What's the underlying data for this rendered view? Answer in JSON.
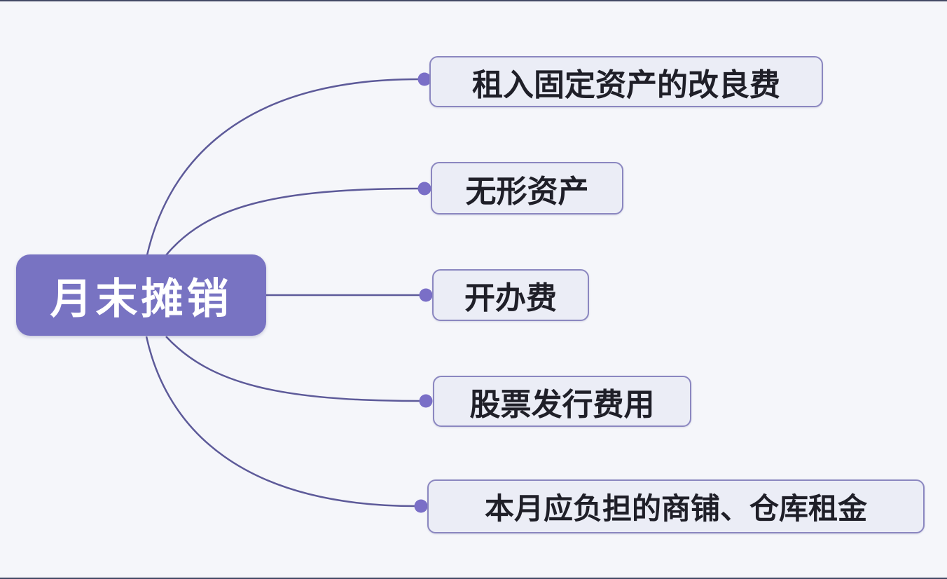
{
  "diagram": {
    "type": "mindmap",
    "root": {
      "label": "月末摊销"
    },
    "branches": [
      {
        "label": "租入固定资产的改良费"
      },
      {
        "label": "无形资产"
      },
      {
        "label": "开办费"
      },
      {
        "label": "股票发行费用"
      },
      {
        "label": "本月应负担的商铺、仓库租金"
      }
    ],
    "colors": {
      "background": "#f5f6fa",
      "root_fill": "#7873c2",
      "root_text": "#ffffff",
      "branch_fill": "#ebedf6",
      "branch_border": "#8b87c0",
      "branch_text": "#1f1f28",
      "connector_line": "#5d5a99",
      "connector_dot": "#7a6fc7",
      "edge_bar": "#434965"
    }
  }
}
